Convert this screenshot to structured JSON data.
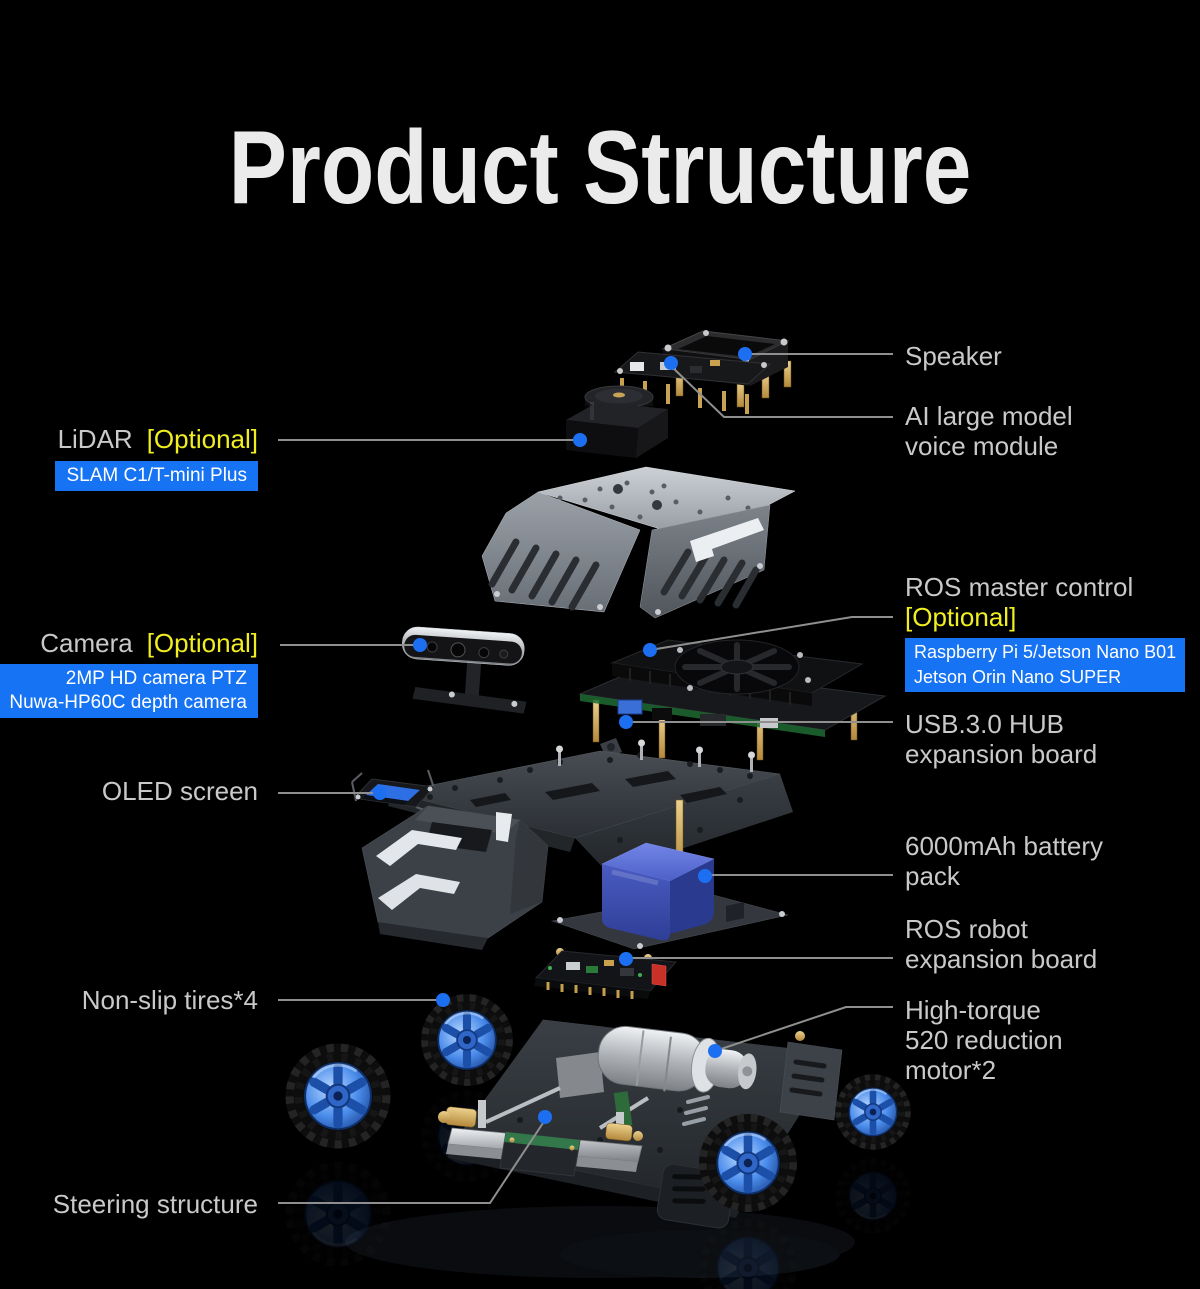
{
  "title": "Product Structure",
  "colors": {
    "background": "#000000",
    "title_white": "#ebebeb",
    "label_gray": "#c9c9c9",
    "optional_yellow": "#f0ee21",
    "badge_blue": "#1673f4",
    "badge_text": "#ffffff",
    "leader_line_gray": "#8f8f8f",
    "anchor_dot_blue": "#1d6ff2",
    "wheel_rim_blue": "#4b8ceb",
    "battery_blue": "#3d50b4"
  },
  "callouts": {
    "lidar": {
      "name": "LiDAR",
      "tag": "[Optional]",
      "badge_lines": [
        "SLAM C1/T-mini Plus"
      ]
    },
    "camera": {
      "name": "Camera",
      "tag": "[Optional]",
      "badge_lines": [
        "2MP HD camera PTZ",
        "Nuwa-HP60C depth camera"
      ]
    },
    "oled": {
      "name": "OLED screen"
    },
    "tires": {
      "name": "Non-slip tires*4"
    },
    "steering": {
      "name": "Steering structure"
    },
    "speaker": {
      "lines": [
        "Speaker"
      ]
    },
    "voice_module": {
      "lines": [
        "AI large model",
        "voice module"
      ]
    },
    "ros_master": {
      "lines": [
        "ROS master control"
      ],
      "tag": "[Optional]",
      "badge_lines": [
        "Raspberry Pi 5/Jetson Nano B01",
        "Jetson Orin Nano SUPER"
      ]
    },
    "usb_hub": {
      "lines": [
        "USB.3.0 HUB",
        "expansion board"
      ]
    },
    "battery": {
      "lines": [
        "6000mAh battery",
        "pack"
      ]
    },
    "ros_expansion": {
      "lines": [
        "ROS robot",
        "expansion board"
      ]
    },
    "motor": {
      "lines": [
        "High-torque",
        "520 reduction",
        "motor*2"
      ]
    }
  }
}
